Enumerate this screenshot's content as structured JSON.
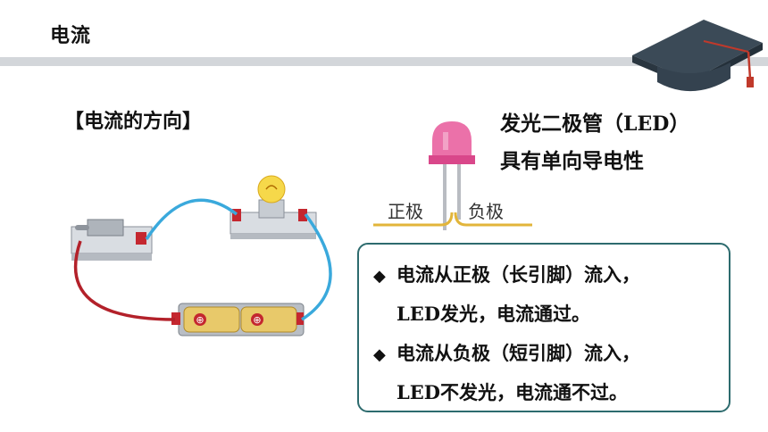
{
  "header": {
    "title": "电流"
  },
  "section": {
    "heading": "【电流的方向】"
  },
  "led": {
    "title_line1_prefix": "发光二极管（",
    "title_line1_latin": "LED",
    "title_line1_suffix": "）",
    "title_line2": "具有单向导电性",
    "positive_label": "正极",
    "negative_label": "负极"
  },
  "notes": {
    "bullet_symbol": "◆",
    "line1": "电流从正极（长引脚）流入，",
    "line2_latin": "LED",
    "line2_rest": "发光，电流通过。",
    "line3": "电流从负极（短引脚）流入，",
    "line4_latin": "LED",
    "line4_rest": "不发光，电流通不过。"
  },
  "circuit": {
    "battery_symbol": "⊕"
  },
  "colors": {
    "box_border": "#2d6b6e",
    "wire_blue": "#3aa9dc",
    "wire_red": "#b3212a",
    "header_bar": "#d3d6da",
    "cap": "#3b4a57"
  }
}
